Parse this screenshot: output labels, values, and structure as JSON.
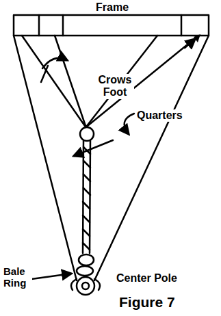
{
  "diagram": {
    "caption": "Figure 7",
    "labels": [
      "Frame",
      "Crows Foot",
      "Quarters",
      "Center Pole",
      "Bale Ring"
    ]
  }
}
